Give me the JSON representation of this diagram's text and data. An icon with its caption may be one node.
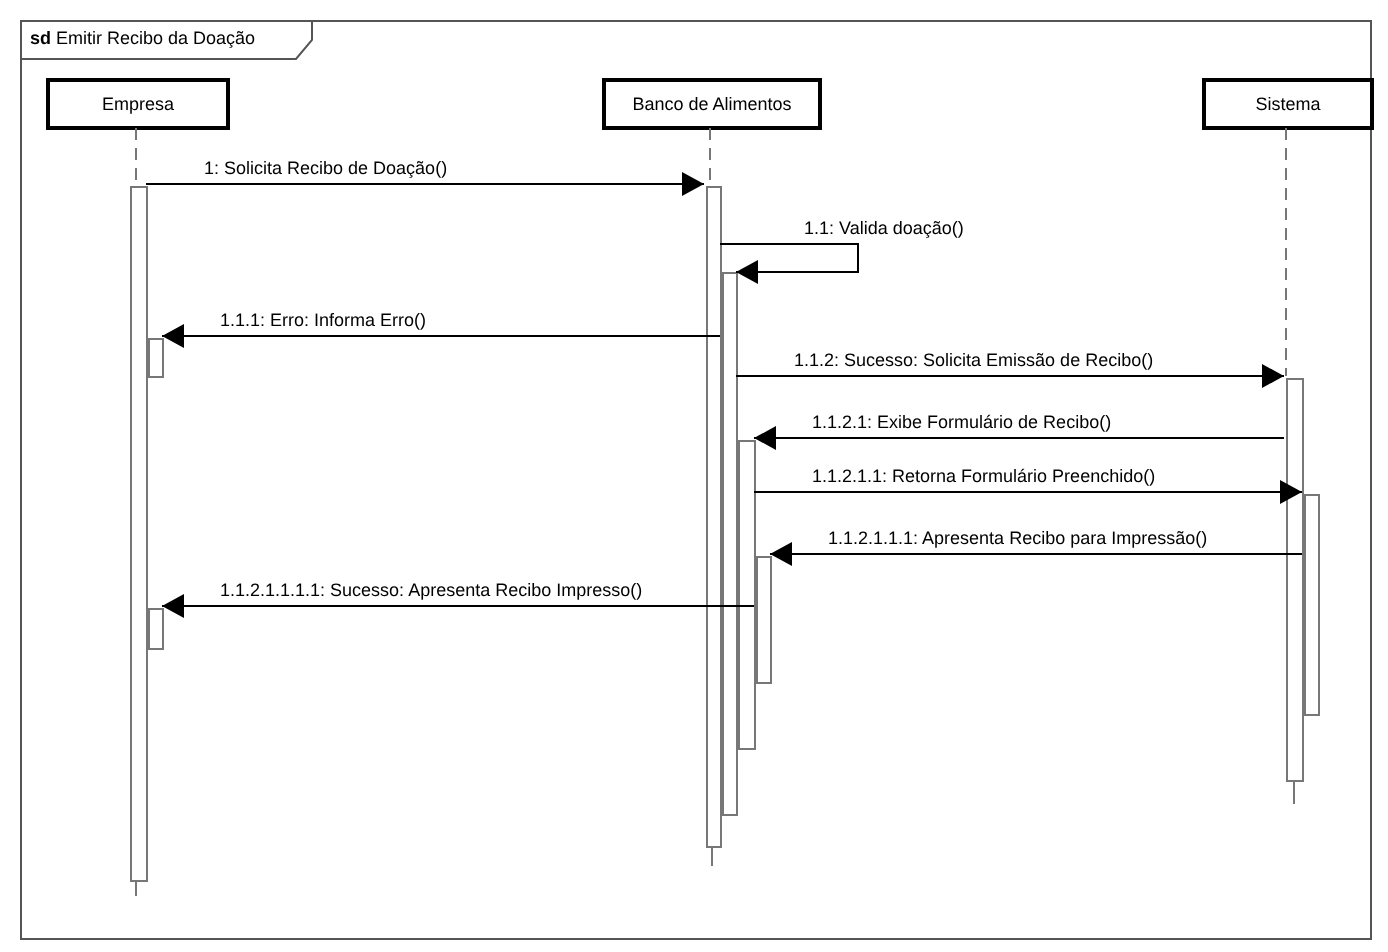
{
  "diagram": {
    "nodes": [
      {
        "text": [
          "**sd** Emitir Recibo da Doação"
        ]
      },
      {
        "text": [
          "Empresa"
        ],
        "in": 0
      },
      {
        "text": [
          "Banco de Alimentos"
        ],
        "in": 0
      },
      {
        "text": [
          "Sistema"
        ],
        "in": 0
      },
      {
        "text": [],
        "shape": "bar",
        "in": 0
      },
      {
        "text": [],
        "shape": "bar",
        "in": 0
      },
      {
        "text": [],
        "shape": "bar",
        "in": 0
      },
      {
        "text": [],
        "shape": "bar",
        "in": 0
      },
      {
        "text": [],
        "shape": "bar",
        "in": 0
      },
      {
        "text": [],
        "shape": "bar",
        "in": 0
      },
      {
        "text": [],
        "shape": "bar",
        "in": 0
      },
      {
        "text": [],
        "shape": "bar",
        "in": 0
      },
      {
        "text": [],
        "shape": "bar",
        "in": 0
      }
    ],
    "edges": [
      {
        "from": 1,
        "to": 4,
        "arrow": "none",
        "style": "dashed",
        "color": "#777777"
      },
      {
        "from": 2,
        "to": 7,
        "arrow": "none",
        "style": "dashed",
        "color": "#777777"
      },
      {
        "from": 3,
        "to": 11,
        "arrow": "none",
        "style": "dashed",
        "color": "#777777"
      },
      {
        "from": 4,
        "to": 7,
        "arrow": "to",
        "label": "1: Solicita Recibo de Doação()"
      },
      {
        "from": 7,
        "to": 8,
        "arrow": "to",
        "label": "1.1: Valida doação()"
      },
      {
        "from": 8,
        "to": 5,
        "arrow": "to",
        "label": "1.1.1: Erro: Informa Erro()"
      },
      {
        "from": 8,
        "to": 11,
        "arrow": "to",
        "label": "1.1.2: Sucesso: Solicita Emissão de Recibo()"
      },
      {
        "from": 11,
        "to": 9,
        "arrow": "to",
        "label": "1.1.2.1: Exibe Formulário de Recibo()"
      },
      {
        "from": 9,
        "to": 12,
        "arrow": "to",
        "label": "1.1.2.1.1: Retorna Formulário Preenchido()"
      },
      {
        "from": 12,
        "to": 10,
        "arrow": "to",
        "label": "1.1.2.1.1.1: Apresenta Recibo para Impressão()"
      },
      {
        "from": 10,
        "to": 6,
        "arrow": "to",
        "label": "1.1.2.1.1.1.1: Sucesso: Apresenta Recibo Impresso()"
      }
    ]
  }
}
